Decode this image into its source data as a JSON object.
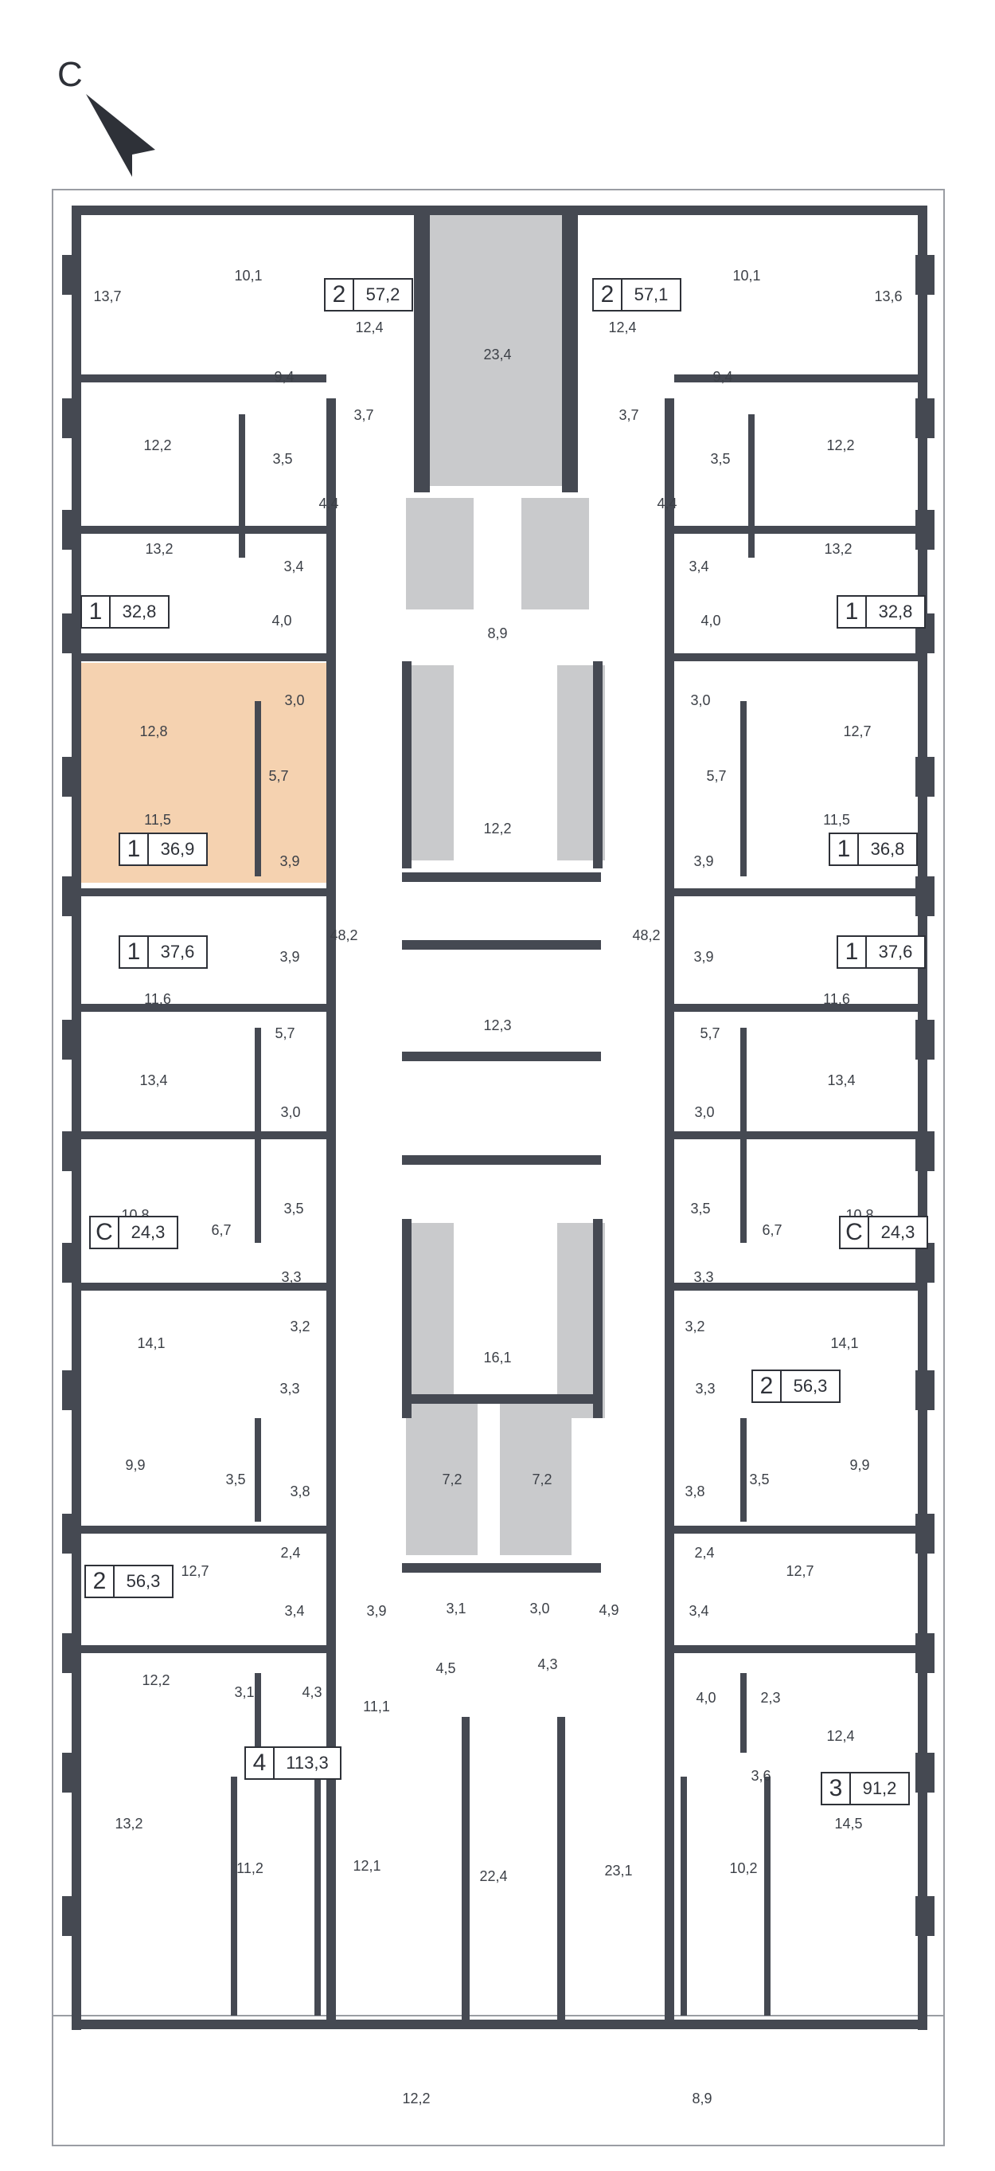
{
  "compass": {
    "label": "С"
  },
  "colors": {
    "wall": "#454952",
    "highlight": "#f5d2b0",
    "shaft": "#c9cacc",
    "ink": "#3c4047",
    "badge_border": "#2e3138"
  },
  "apartments": [
    {
      "id": "a1",
      "rooms": "2",
      "area": "57,2"
    },
    {
      "id": "a2",
      "rooms": "2",
      "area": "57,1"
    },
    {
      "id": "a3",
      "rooms": "1",
      "area": "32,8"
    },
    {
      "id": "a4",
      "rooms": "1",
      "area": "32,8"
    },
    {
      "id": "a5",
      "rooms": "1",
      "area": "36,9",
      "highlighted": true
    },
    {
      "id": "a6",
      "rooms": "1",
      "area": "36,8"
    },
    {
      "id": "a7",
      "rooms": "1",
      "area": "37,6"
    },
    {
      "id": "a8",
      "rooms": "1",
      "area": "37,6"
    },
    {
      "id": "a9",
      "rooms": "С",
      "area": "24,3"
    },
    {
      "id": "a10",
      "rooms": "С",
      "area": "24,3"
    },
    {
      "id": "a11",
      "rooms": "2",
      "area": "56,3"
    },
    {
      "id": "a12",
      "rooms": "2",
      "area": "56,3"
    },
    {
      "id": "a13",
      "rooms": "4",
      "area": "113,3"
    },
    {
      "id": "a14",
      "rooms": "3",
      "area": "91,2"
    }
  ],
  "rooms": [
    "13,7",
    "10,1",
    "12,4",
    "23,4",
    "12,4",
    "10,1",
    "13,6",
    "9,4",
    "3,7",
    "3,7",
    "9,4",
    "12,2",
    "3,5",
    "4,4",
    "4,4",
    "3,5",
    "12,2",
    "13,2",
    "3,4",
    "3,4",
    "13,2",
    "4,0",
    "8,9",
    "4,0",
    "12,8",
    "3,0",
    "3,0",
    "12,7",
    "5,7",
    "12,2",
    "5,7",
    "11,5",
    "11,5",
    "3,9",
    "3,9",
    "48,2",
    "48,2",
    "3,9",
    "3,9",
    "11,6",
    "11,6",
    "5,7",
    "12,3",
    "5,7",
    "13,4",
    "13,4",
    "3,0",
    "3,0",
    "10,8",
    "3,5",
    "3,5",
    "10,8",
    "6,7",
    "6,7",
    "3,3",
    "3,3",
    "14,1",
    "3,2",
    "3,2",
    "14,1",
    "16,1",
    "3,3",
    "3,3",
    "9,9",
    "9,9",
    "3,5",
    "7,2",
    "7,2",
    "3,5",
    "3,8",
    "3,8",
    "2,4",
    "2,4",
    "12,7",
    "12,7",
    "3,4",
    "3,4",
    "3,9",
    "3,1",
    "3,0",
    "4,9",
    "4,5",
    "4,3",
    "12,2",
    "3,1",
    "4,3",
    "4,0",
    "2,3",
    "11,1",
    "12,4",
    "3,6",
    "13,2",
    "22,4",
    "23,1",
    "14,5",
    "11,2",
    "12,1",
    "10,2",
    "12,2",
    "8,9"
  ]
}
